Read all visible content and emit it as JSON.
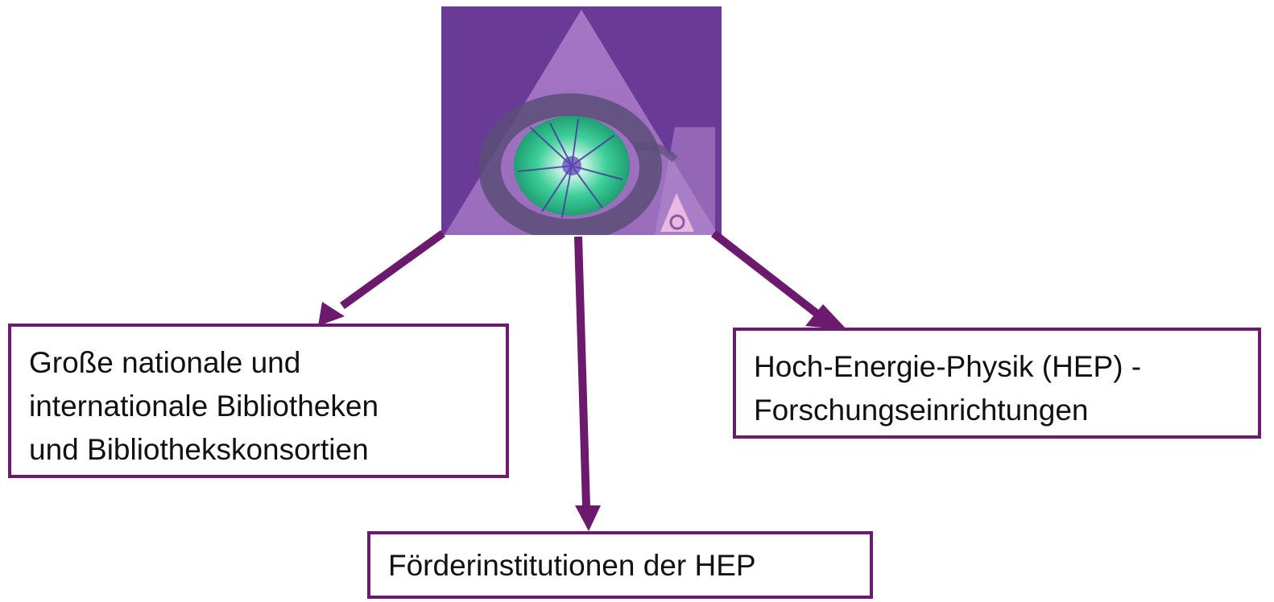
{
  "diagram": {
    "logo": {
      "icon": "particle-collision-eye-triangle-logo",
      "colors": {
        "background": "#6a3a97",
        "triangle": "#a476c4",
        "ring": "#5a4f78",
        "eye": "#3ecf9a",
        "small_triangle": "#e9b9e2"
      }
    },
    "arrow_color": "#6b1a6e",
    "boxes": {
      "left": {
        "lines": [
          "Große nationale und",
          "internationale Bibliotheken",
          "und Bibliothekskonsortien"
        ]
      },
      "right": {
        "lines": [
          "Hoch-Energie-Physik (HEP) -",
          "Forschungseinrichtungen"
        ]
      },
      "bottom": {
        "lines": [
          "Förderinstitutionen der HEP"
        ]
      }
    }
  }
}
